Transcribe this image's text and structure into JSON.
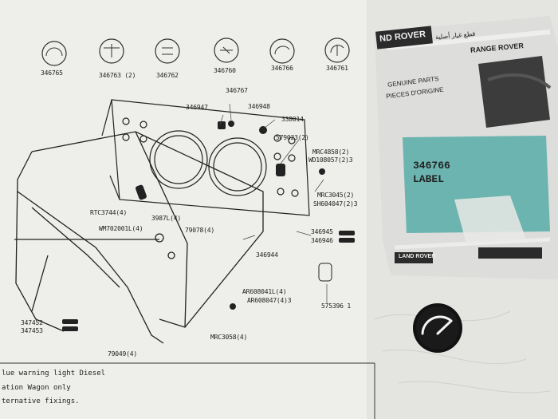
{
  "icons": [
    {
      "name": "gauge-icon",
      "part": "346765"
    },
    {
      "name": "warning-light-icon",
      "part": "346763",
      "qty": "2"
    },
    {
      "name": "lamp-icon",
      "part": "346762"
    },
    {
      "name": "glowplug-icon",
      "part": "346760"
    },
    {
      "name": "wiper-icon",
      "part": "346766"
    },
    {
      "name": "washer-wiper-icon",
      "part": "346761"
    }
  ],
  "parts": [
    "346767",
    "346947",
    "346948",
    "338014",
    "579023(2)",
    "MRC4858(2)",
    "WD108057(2)3",
    "MRC3045(2)",
    "SH604047(2)3",
    "RTC3744(4)",
    "3987L(4)",
    "79078(4)",
    "WM702001L(4)",
    "346945",
    "346946",
    "346944",
    "AR608041L(4)",
    "AR608047(4)3",
    "575396 1",
    "347452",
    "347453",
    "MRC3058(4)",
    "79049(4)"
  ],
  "notes": [
    "lue warning light Diesel",
    "ation Wagon only",
    "ternative fixings."
  ],
  "package": {
    "brand_top": "ND ROVER",
    "brand_right": "RANGE ROVER",
    "genuine_line1": "GENUINE PARTS",
    "genuine_line2": "PIECES D'ORIGINE",
    "part_number": "346766",
    "part_label": "LABEL",
    "brand_bottom": "LAND ROVER",
    "arabic_text": "قطع غيار أصلية"
  },
  "colors": {
    "paper": "#f2f2ef",
    "label_tag": "#6cb4b0",
    "knob": "#161616",
    "ink": "#1e1e1e"
  }
}
